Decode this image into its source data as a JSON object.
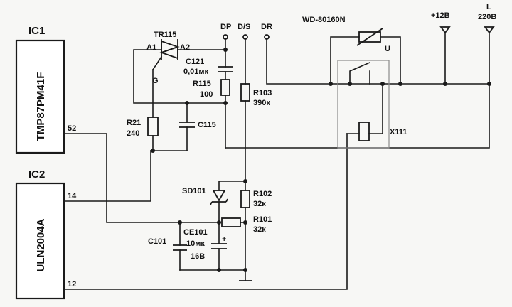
{
  "ic1": {
    "label": "IC1",
    "part": "TMP87PM41F",
    "pin": "52"
  },
  "ic2": {
    "label": "IC2",
    "part": "ULN2004A",
    "pin_a": "14",
    "pin_b": "12"
  },
  "triac": {
    "ref": "TR115",
    "a1": "A1",
    "a2": "A2",
    "g": "G"
  },
  "r21": {
    "ref": "R21",
    "value": "240"
  },
  "c115": {
    "ref": "C115"
  },
  "c121": {
    "ref": "C121",
    "value": "0,01мк"
  },
  "r115": {
    "ref": "R115",
    "value": "100"
  },
  "r103": {
    "ref": "R103",
    "value": "390к"
  },
  "terminals": {
    "dp": "DP",
    "ds": "D/S",
    "dr": "DR",
    "v12": "+12В",
    "l": "L",
    "v220": "220В"
  },
  "sensor": {
    "ref": "WD-80160N",
    "u": "U"
  },
  "relay": {
    "ref": "X111"
  },
  "sd101": {
    "ref": "SD101"
  },
  "r102": {
    "ref": "R102",
    "value": "32к"
  },
  "r101": {
    "ref": "R101",
    "value": "32к"
  },
  "c101": {
    "ref": "C101"
  },
  "ce101": {
    "ref": "CE101",
    "value": "10мк",
    "voltage": "16В",
    "polarity": "+"
  }
}
